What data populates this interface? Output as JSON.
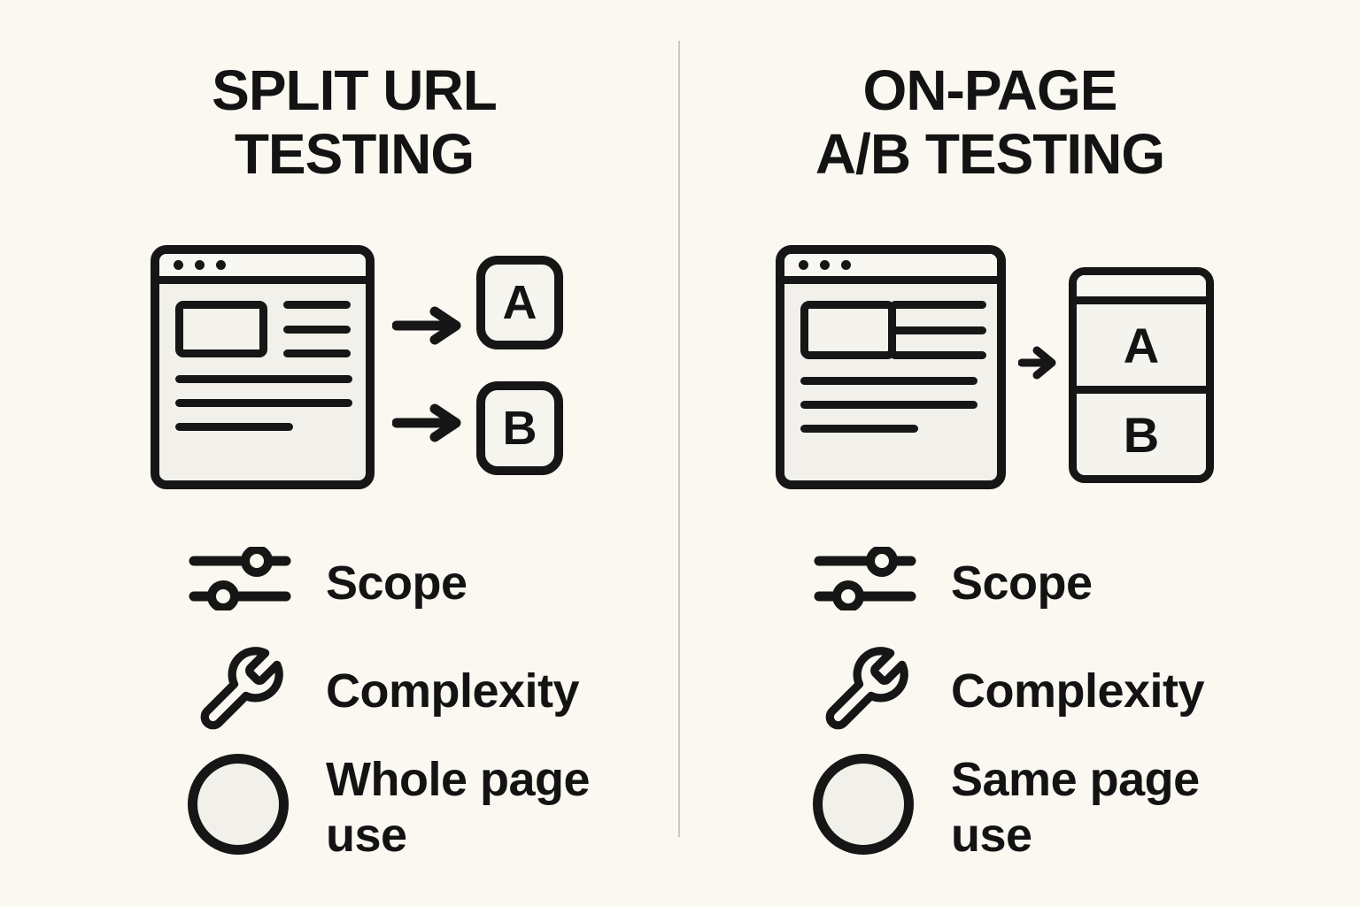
{
  "colors": {
    "ink": "#161616",
    "background": "#faf8f1",
    "surface": "#f1f0ea",
    "surface_light": "#f8f7f2",
    "divider": "#c9c8c3"
  },
  "left": {
    "title_lines": [
      "SPLIT URL",
      "TESTING"
    ],
    "diagram": {
      "browser_icon": "browser-window-icon",
      "arrow_icons": [
        "arrow-right-icon",
        "arrow-right-icon"
      ],
      "variants": [
        "A",
        "B"
      ]
    },
    "features": [
      {
        "icon": "sliders-icon",
        "label": "Scope"
      },
      {
        "icon": "wrench-icon",
        "label": "Complexity"
      },
      {
        "icon": "circle-icon",
        "label": "Whole page use"
      }
    ]
  },
  "right": {
    "title_lines": [
      "ON-PAGE",
      "A/B TESTING"
    ],
    "diagram": {
      "browser_icon": "browser-window-icon",
      "arrow_icons": [
        "arrow-right-icon"
      ],
      "variants": [
        "A",
        "B"
      ]
    },
    "features": [
      {
        "icon": "sliders-icon",
        "label": "Scope"
      },
      {
        "icon": "wrench-icon",
        "label": "Complexity"
      },
      {
        "icon": "circle-icon",
        "label": "Same page use"
      }
    ]
  }
}
